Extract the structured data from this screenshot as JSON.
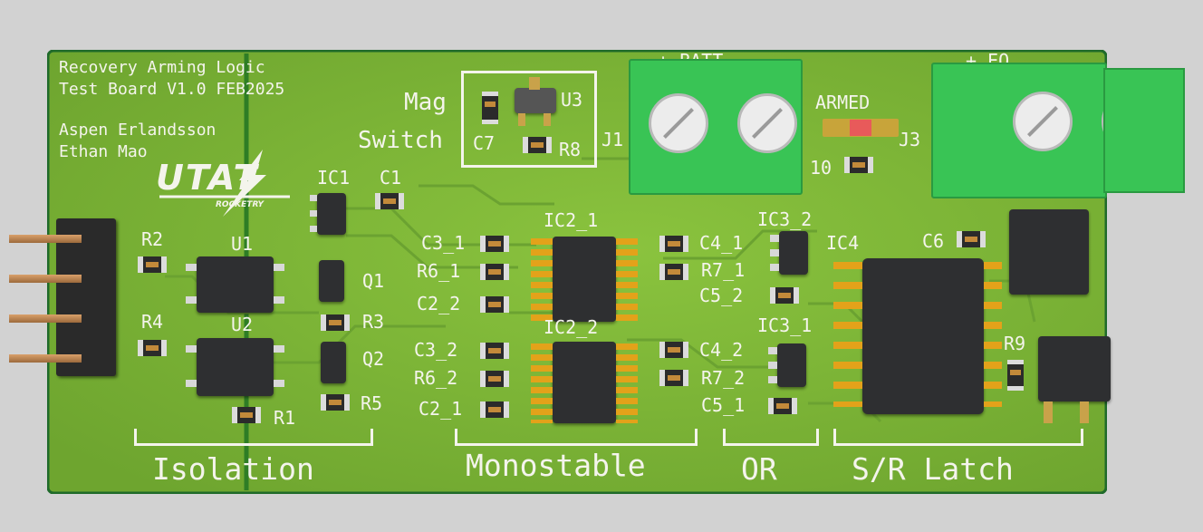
{
  "board": {
    "title_line1": "Recovery Arming Logic",
    "title_line2": "Test Board V1.0 FEB2025",
    "author1": "Aspen Erlandsson",
    "author2": "Ethan Mao",
    "logo_text": "UTAT",
    "logo_sub": "ROCKETRY",
    "colors": {
      "board": "#7fb539",
      "edge": "#1f6a2a",
      "silk": "#f4f4ec",
      "terminal": "#39c455"
    }
  },
  "sections": {
    "isolation": "Isolation",
    "monostable": "Monostable",
    "or": "OR",
    "latch": "S/R Latch"
  },
  "mag_switch": {
    "line1": "Mag",
    "line2": "Switch"
  },
  "indicator": {
    "label": "ARMED"
  },
  "connectors": {
    "j1": "J1",
    "j3": "J3",
    "j1_top": "+ BATT",
    "j3_top": "+ EO"
  },
  "designators": {
    "ic1": "IC1",
    "c1": "C1",
    "u3": "U3",
    "c7": "C7",
    "r8": "R8",
    "r10": "10",
    "r2": "R2",
    "u1": "U1",
    "q1": "Q1",
    "r4": "R4",
    "u2": "U2",
    "r3": "R3",
    "q2": "Q2",
    "r5": "R5",
    "r1": "R1",
    "ic2_1": "IC2_1",
    "ic2_2": "IC2_2",
    "c3_1": "C3_1",
    "r6_1": "R6_1",
    "c2_2": "C2_2",
    "c3_2": "C3_2",
    "r6_2": "R6_2",
    "c2_1": "C2_1",
    "c4_1": "C4_1",
    "r7_1": "R7_1",
    "c5_2": "C5_2",
    "c4_2": "C4_2",
    "r7_2": "R7_2",
    "c5_1": "C5_1",
    "ic3_2": "IC3_2",
    "ic3_1": "IC3_1",
    "ic4": "IC4",
    "c6": "C6",
    "r9": "R9"
  }
}
